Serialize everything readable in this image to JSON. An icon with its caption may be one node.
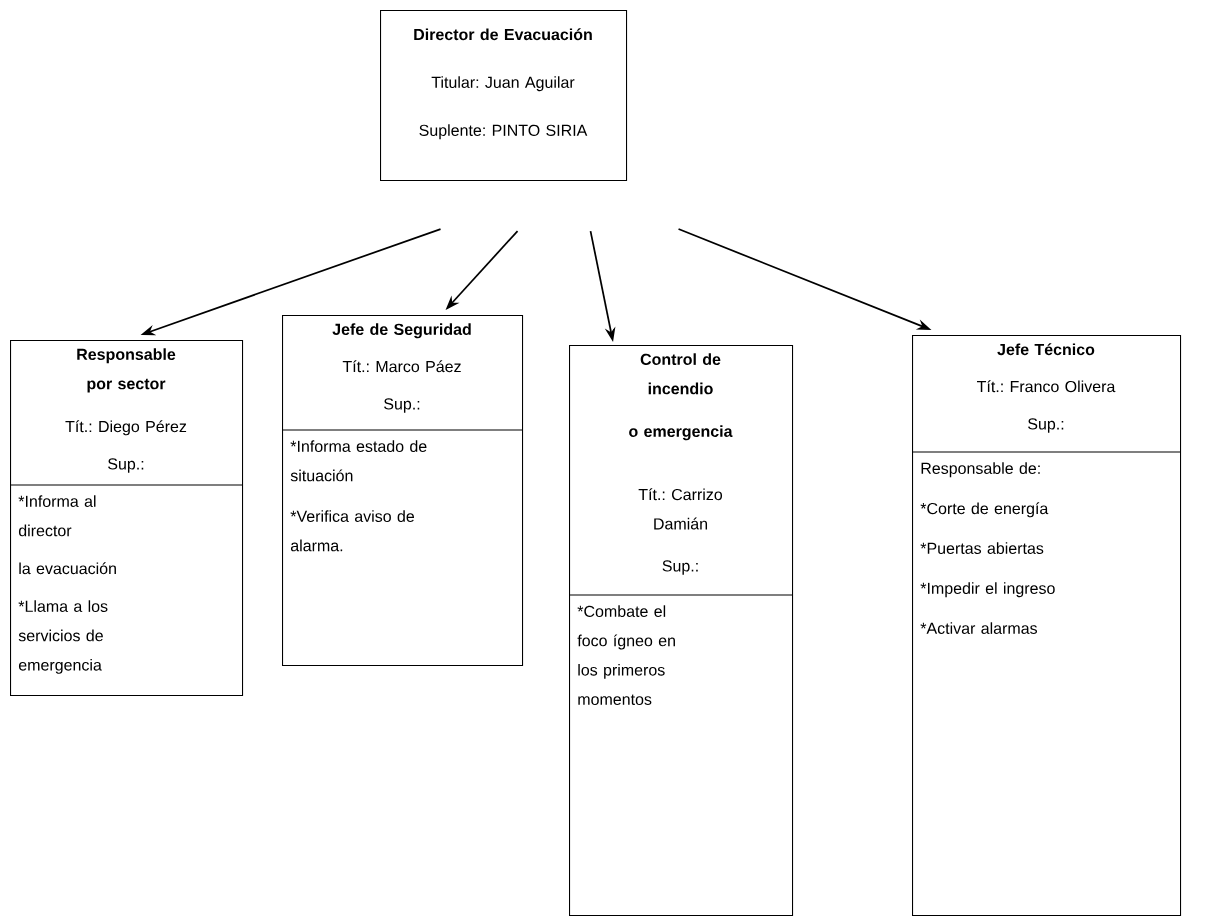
{
  "diagram": {
    "nodes": [
      {
        "text": [
          "Director de Evacuación",
          "Titular: Juan Aguilar",
          "Suplente: PINTO SIRIA"
        ]
      },
      {
        "text": [
          "Responsable por sector",
          "Tít.: Diego Pérez",
          "Sup.:",
          "*Informa al director",
          "la evacuación",
          "*Llama a los servicios de emergencia"
        ]
      },
      {
        "text": [
          "Jefe de Seguridad",
          "Tít.: Marco Páez",
          "Sup.:",
          "*Informa estado de situación",
          "*Verifica aviso de alarma."
        ]
      },
      {
        "text": [
          "Control de incendio",
          "o emergencia",
          "Tít.: Carrizo Damián",
          "Sup.:",
          "*Combate el foco ígneo en los primeros momentos"
        ]
      },
      {
        "text": [
          "Jefe Técnico",
          "Tít.: Franco Olivera",
          "Sup.:",
          "Responsable de:",
          "*Corte de energía",
          "*Puertas abiertas",
          "*Impedir el ingreso",
          "*Activar alarmas"
        ]
      }
    ],
    "edges": [
      {
        "from": 0,
        "to": 1,
        "arrow": "to"
      },
      {
        "from": 0,
        "to": 2,
        "arrow": "to"
      },
      {
        "from": 0,
        "to": 3,
        "arrow": "to"
      },
      {
        "from": 0,
        "to": 4,
        "arrow": "to"
      }
    ]
  }
}
